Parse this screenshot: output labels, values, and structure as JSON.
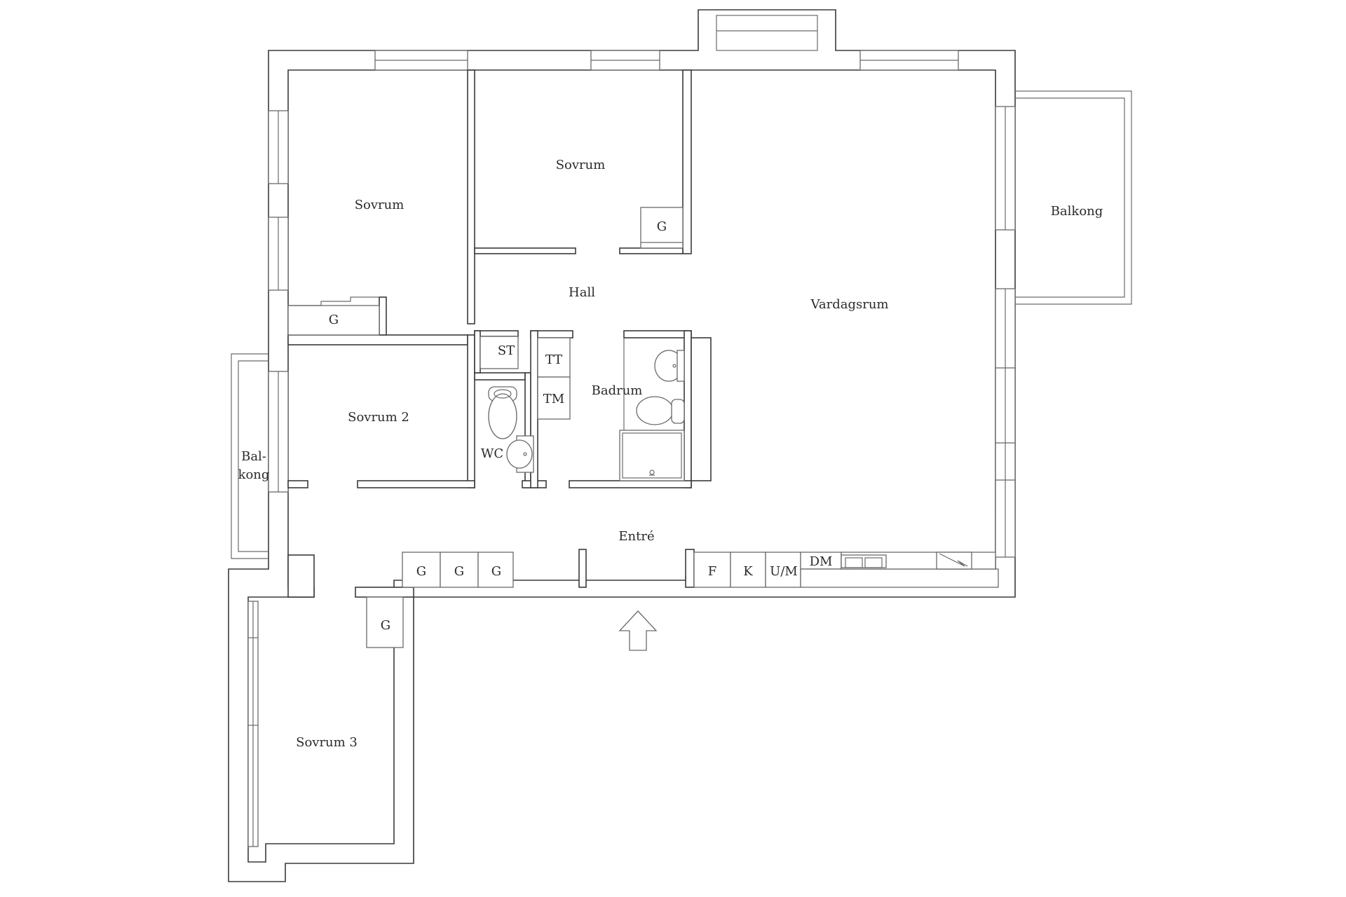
{
  "rooms": {
    "sovrum_a": "Sovrum",
    "sovrum_b": "Sovrum",
    "sovrum_2": "Sovrum 2",
    "sovrum_3": "Sovrum 3",
    "hall": "Hall",
    "vardagsrum": "Vardagsrum",
    "balkong_right": "Balkong",
    "balkong_left_line1": "Bal-",
    "balkong_left_line2": "kong",
    "badrum": "Badrum",
    "wc": "WC",
    "entre": "Entré"
  },
  "fixtures": {
    "g_sovrum_b": "G",
    "g_sovrum_a": "G",
    "st": "ST",
    "tt": "TT",
    "tm": "TM",
    "g_entre_1": "G",
    "g_entre_2": "G",
    "g_entre_3": "G",
    "g_sovrum_3": "G",
    "f": "F",
    "k": "K",
    "um": "U/M",
    "dm": "DM"
  }
}
